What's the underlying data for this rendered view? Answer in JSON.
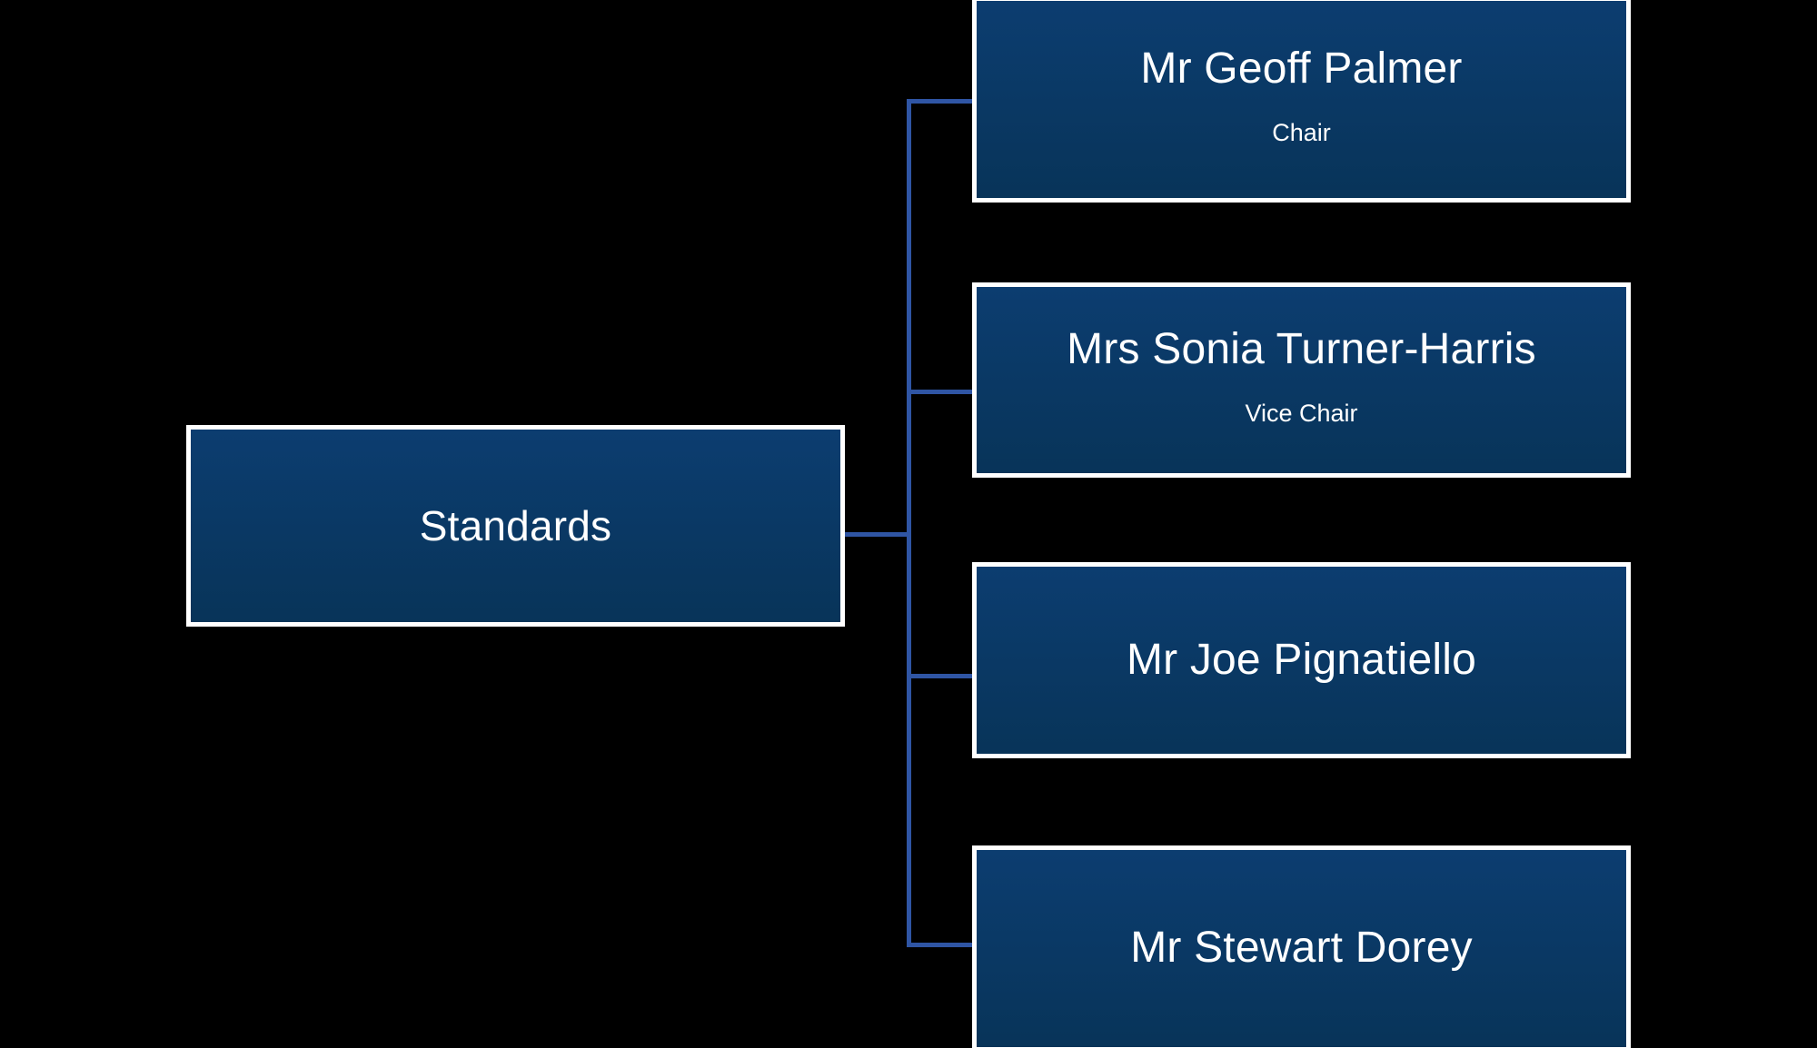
{
  "chart": {
    "type": "org-chart",
    "title": "Standards",
    "background_color": "#000000",
    "node_fill_color": "#0A3A6B",
    "node_border_color": "#FFFFFF",
    "connector_color": "#2F55A4",
    "text_color": "#FFFFFF",
    "orientation": "left-to-right",
    "root": {
      "label": "Standards",
      "role": ""
    },
    "children": [
      {
        "label": "Mr Geoff Palmer",
        "role": "Chair"
      },
      {
        "label": "Mrs Sonia Turner-Harris",
        "role": "Vice Chair"
      },
      {
        "label": "Mr Joe Pignatiello",
        "role": ""
      },
      {
        "label": "Mr Stewart Dorey",
        "role": ""
      }
    ]
  }
}
